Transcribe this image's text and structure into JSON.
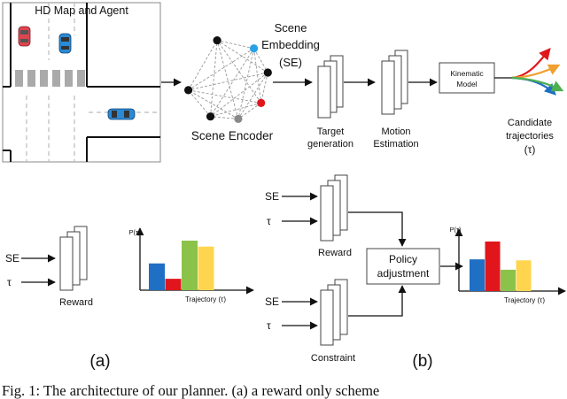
{
  "top": {
    "map_title": "HD Map and Agent",
    "scene_embedding": [
      "Scene",
      "Embedding",
      "(SE)"
    ],
    "scene_encoder": "Scene Encoder",
    "target_generation": [
      "Target",
      "generation"
    ],
    "motion_estimation": [
      "Motion",
      "Estimation"
    ],
    "kinematic_model": [
      "Kinematic",
      "Model"
    ],
    "candidate_trajectories": [
      "Candidate",
      "trajectories",
      "(τ)"
    ]
  },
  "panel_a": {
    "input_se": "SE",
    "input_tau": "τ",
    "reward_label": "Reward",
    "y_axis_label": "P(τ)",
    "x_axis_label": "Trajectory (τ)",
    "panel_label": "(a)"
  },
  "panel_b": {
    "input_se_1": "SE",
    "input_tau_1": "τ",
    "reward_label": "Reward",
    "input_se_2": "SE",
    "input_tau_2": "τ",
    "constraint_label": "Constraint",
    "policy_adjustment": [
      "Policy",
      "adjustment"
    ],
    "y_axis_label": "P(τ)",
    "x_axis_label": "Trajectory (τ)",
    "panel_label": "(b)"
  },
  "caption": "Fig. 1: The architecture of our planner. (a) a reward only scheme",
  "colors": {
    "blue": "#1f6fc4",
    "red": "#e0161c",
    "green": "#8bc34a",
    "yellow": "#ffd54f",
    "orange": "#f0a030",
    "car_red": "#e0454f",
    "car_blue": "#2a8ad6"
  },
  "chart_data": [
    {
      "type": "bar",
      "categories": [
        "",
        "",
        "",
        ""
      ],
      "values": [
        0.54,
        0.23,
        1.0,
        0.88
      ],
      "colors": [
        "#1f6fc4",
        "#e0161c",
        "#8bc34a",
        "#ffd54f"
      ],
      "xlabel": "Trajectory (τ)",
      "ylabel": "P(τ)",
      "ylim": [
        0,
        1.25
      ]
    },
    {
      "type": "bar",
      "categories": [
        "",
        "",
        "",
        ""
      ],
      "values": [
        0.64,
        1.0,
        0.43,
        0.62
      ],
      "colors": [
        "#1f6fc4",
        "#e0161c",
        "#8bc34a",
        "#ffd54f"
      ],
      "xlabel": "Trajectory (τ)",
      "ylabel": "P(τ)",
      "ylim": [
        0,
        1.25
      ]
    }
  ]
}
